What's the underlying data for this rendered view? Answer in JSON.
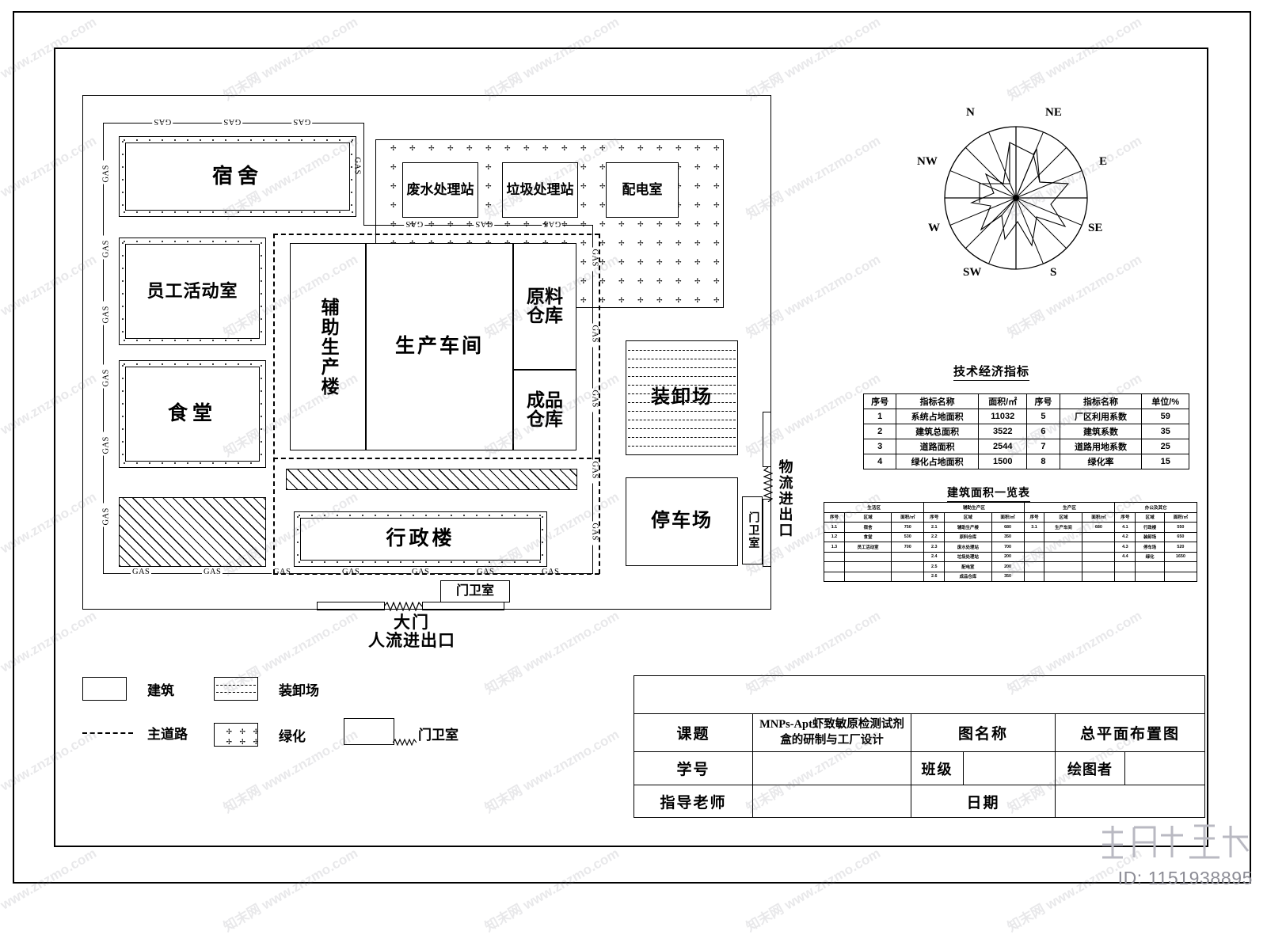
{
  "drawing": {
    "id_watermark": "ID: 1151938895",
    "watermark_text": "知末网 www.znzmo.com"
  },
  "plan": {
    "buildings": [
      {
        "key": "dorm",
        "label": "宿舍"
      },
      {
        "key": "staff_room",
        "label": "员工活动室"
      },
      {
        "key": "canteen",
        "label": "食堂"
      },
      {
        "key": "aux_prod",
        "label": "辅助生产楼"
      },
      {
        "key": "workshop",
        "label": "生产车间"
      },
      {
        "key": "raw_wh",
        "label": "原料仓库"
      },
      {
        "key": "fin_wh",
        "label": "成品仓库"
      },
      {
        "key": "wastewater",
        "label": "废水处理站"
      },
      {
        "key": "garbage",
        "label": "垃圾处理站"
      },
      {
        "key": "power",
        "label": "配电室"
      },
      {
        "key": "loading",
        "label": "装卸场"
      },
      {
        "key": "parking",
        "label": "停车场"
      },
      {
        "key": "admin",
        "label": "行政楼"
      },
      {
        "key": "guard_s",
        "label": "门卫室"
      },
      {
        "key": "guard_e",
        "label": "门卫室"
      }
    ],
    "annotations": {
      "gate": "大门",
      "people_entrance": "人流进出口",
      "logistics_entrance": "物流进出口",
      "gas_label": "GAS"
    }
  },
  "wind_rose": {
    "directions": [
      "N",
      "NE",
      "E",
      "SE",
      "S",
      "SW",
      "W",
      "NW"
    ]
  },
  "tech_table": {
    "title": "技术经济指标",
    "headers": [
      "序号",
      "指标名称",
      "面积/㎡",
      "序号",
      "指标名称",
      "单位/%"
    ],
    "rows": [
      [
        "1",
        "系统占地面积",
        "11032",
        "5",
        "厂区利用系数",
        "59"
      ],
      [
        "2",
        "建筑总面积",
        "3522",
        "6",
        "建筑系数",
        "35"
      ],
      [
        "3",
        "道路面积",
        "2544",
        "7",
        "道路用地系数",
        "25"
      ],
      [
        "4",
        "绿化占地面积",
        "1500",
        "8",
        "绿化率",
        "15"
      ]
    ]
  },
  "area_table": {
    "title": "建筑面积一览表",
    "groups": [
      "生活区",
      "辅助生产区",
      "生产区",
      "办公及其它"
    ],
    "sub_headers": [
      "序号",
      "区域",
      "面积/㎡"
    ],
    "columns": [
      [
        [
          "1.1",
          "宿舍",
          "750"
        ],
        [
          "1.2",
          "食堂",
          "530"
        ],
        [
          "1.3",
          "员工活动室",
          "700"
        ],
        [
          "",
          "",
          ""
        ],
        [
          "",
          "",
          ""
        ],
        [
          "",
          "",
          ""
        ]
      ],
      [
        [
          "2.1",
          "辅助生产楼",
          "680"
        ],
        [
          "2.2",
          "原料仓库",
          "350"
        ],
        [
          "2.3",
          "废水处理站",
          "700"
        ],
        [
          "2.4",
          "垃圾处理站",
          "200"
        ],
        [
          "2.5",
          "配电室",
          "200"
        ],
        [
          "2.6",
          "成品仓库",
          "350"
        ]
      ],
      [
        [
          "3.1",
          "生产车间",
          "680"
        ],
        [
          "",
          "",
          ""
        ],
        [
          "",
          "",
          ""
        ],
        [
          "",
          "",
          ""
        ],
        [
          "",
          "",
          ""
        ],
        [
          "",
          "",
          ""
        ]
      ],
      [
        [
          "4.1",
          "行政楼",
          "550"
        ],
        [
          "4.2",
          "装卸场",
          "650"
        ],
        [
          "4.3",
          "停车场",
          "520"
        ],
        [
          "4.4",
          "绿化",
          "1650"
        ],
        [
          "",
          "",
          ""
        ],
        [
          "",
          "",
          ""
        ]
      ]
    ]
  },
  "legend": {
    "items": [
      {
        "key": "building",
        "label": "建筑"
      },
      {
        "key": "main_road",
        "label": "主道路"
      },
      {
        "key": "loading",
        "label": "装卸场"
      },
      {
        "key": "green",
        "label": "绿化"
      },
      {
        "key": "guard",
        "label": "门卫室"
      }
    ]
  },
  "title_block": {
    "subject_label": "课题",
    "subject_value": "MNPs-Apt虾致敏原检测试剂盒的研制与工厂设计",
    "drawing_name_label": "图名称",
    "drawing_name_value": "总平面布置图",
    "student_id_label": "学号",
    "student_id_value": "",
    "class_label": "班级",
    "class_value": "",
    "drawer_label": "绘图者",
    "drawer_value": "",
    "teacher_label": "指导老师",
    "teacher_value": "",
    "date_label": "日期",
    "date_value": ""
  }
}
